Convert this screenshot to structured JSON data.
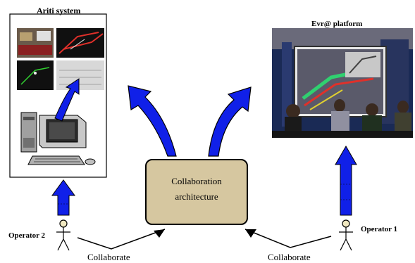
{
  "arity_panel": {
    "title": "Ariti system"
  },
  "evr_panel": {
    "title": "Evr@ platform"
  },
  "center_box": {
    "line1": "Collaboration",
    "line2": "architecture"
  },
  "operators": {
    "left": "Operator 2",
    "right": "Operator 1"
  },
  "collaborate": {
    "left": "Collaborate",
    "right": "Collaborate"
  },
  "colors": {
    "arrow_blue": "#1020e8",
    "box_fill": "#d6c7a0",
    "screen_red": "#e0302a"
  }
}
